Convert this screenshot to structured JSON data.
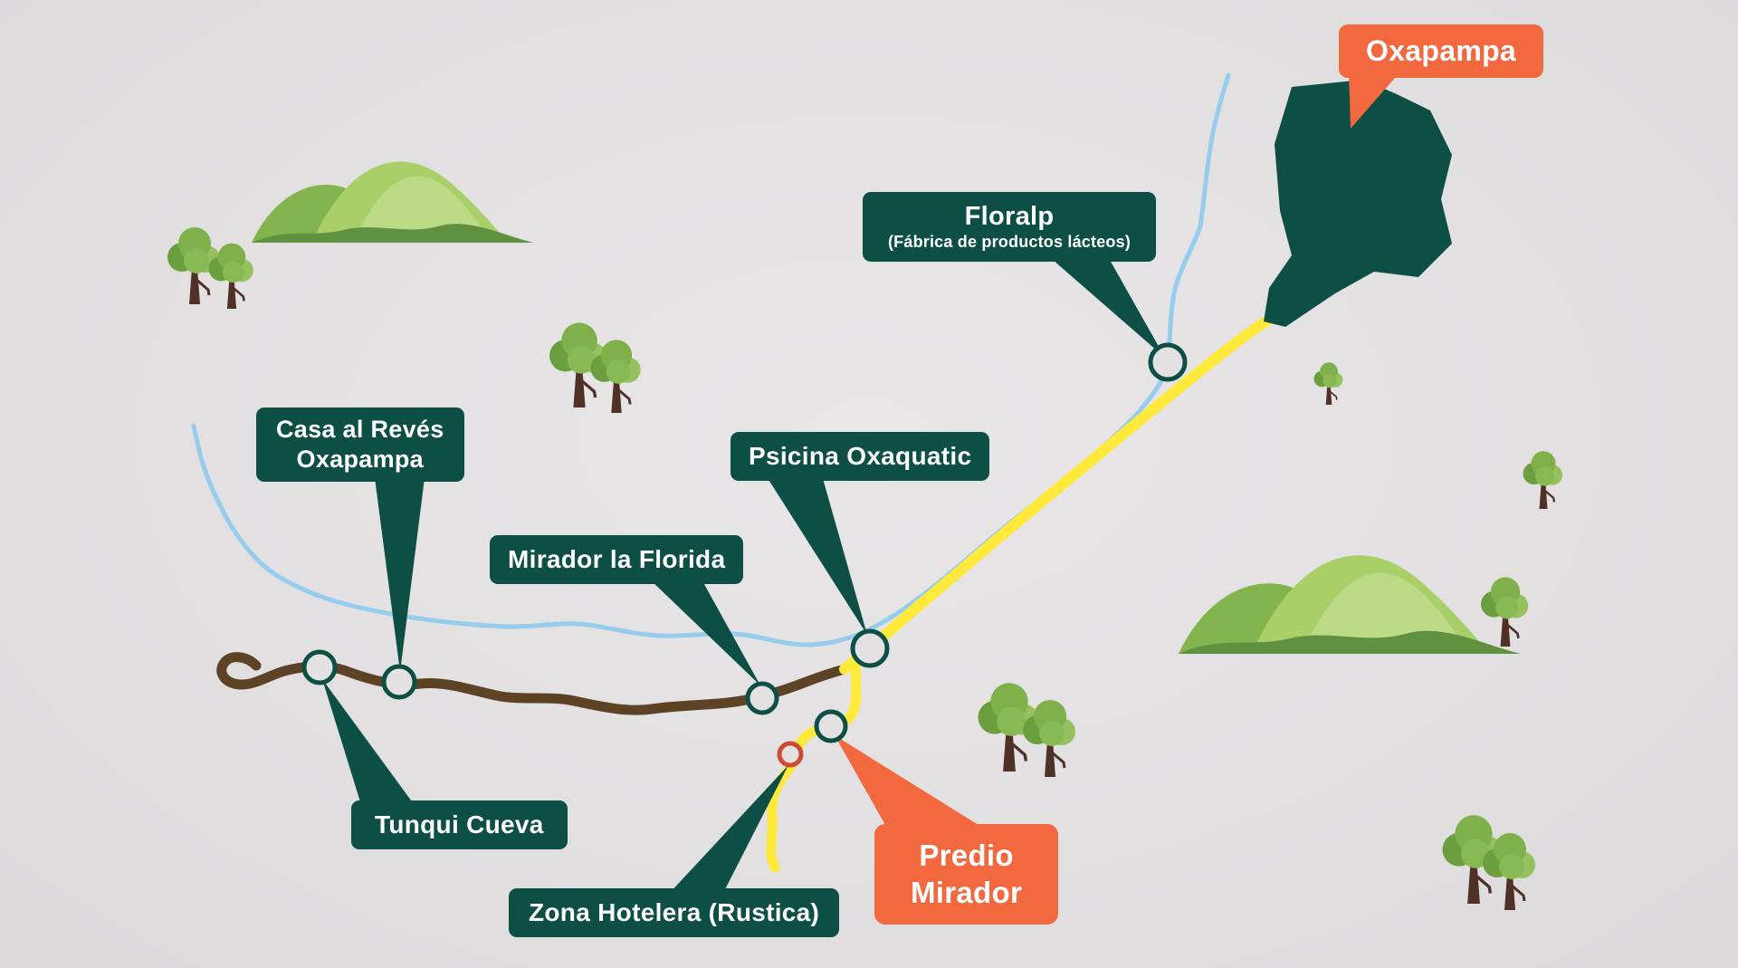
{
  "colors": {
    "background": "#e3e1e2",
    "label_teal": "#0d4f44",
    "label_orange": "#f2683f",
    "road_yellow": "#ffe93b",
    "road_brown": "#5d4226",
    "river_blue": "#97cdec",
    "town_shape_teal": "#0d4f44",
    "marker_ring_teal": "#0d4f44",
    "marker_ring_red": "#cc4b33"
  },
  "labels": {
    "oxapampa": {
      "text": "Oxapampa"
    },
    "floralp": {
      "title": "Floralp",
      "subtitle": "(Fábrica de productos lácteos)"
    },
    "casa_al_reves": {
      "line1": "Casa al Revés",
      "line2": "Oxapampa"
    },
    "psicina_oxaquatic": {
      "text": "Psicina Oxaquatic"
    },
    "mirador_la_florida": {
      "text": "Mirador la Florida"
    },
    "tunqui_cueva": {
      "text": "Tunqui Cueva"
    },
    "zona_hotelera": {
      "text": "Zona Hotelera (Rustica)"
    },
    "predio_mirador": {
      "line1": "Predio",
      "line2": "Mirador"
    }
  }
}
